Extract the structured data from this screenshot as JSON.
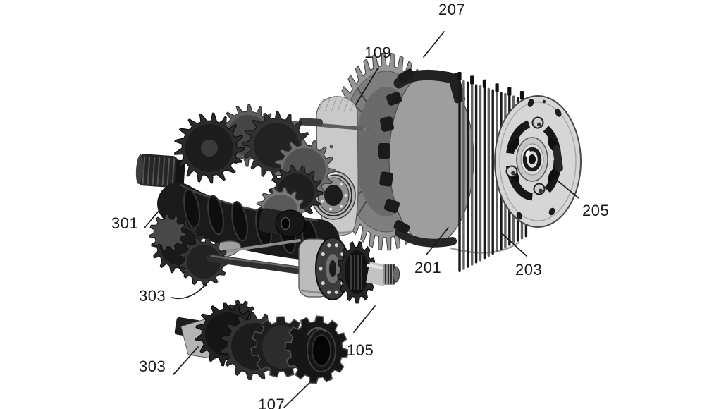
{
  "figure": {
    "kind": "patent-style exploded photo diagram of motorcycle transmission and clutch",
    "background_color": "#ffffff",
    "annotation_color": "#1a1a1a",
    "labels": [
      {
        "part": "207",
        "text": "207"
      },
      {
        "part": "109",
        "text": "109"
      },
      {
        "part": "301",
        "text": "301"
      },
      {
        "part": "303-upper",
        "text": "303"
      },
      {
        "part": "303-lower",
        "text": "303"
      },
      {
        "part": "107",
        "text": "107"
      },
      {
        "part": "105",
        "text": "105"
      },
      {
        "part": "201",
        "text": "201"
      },
      {
        "part": "203",
        "text": "203"
      },
      {
        "part": "205",
        "text": "205"
      }
    ]
  }
}
